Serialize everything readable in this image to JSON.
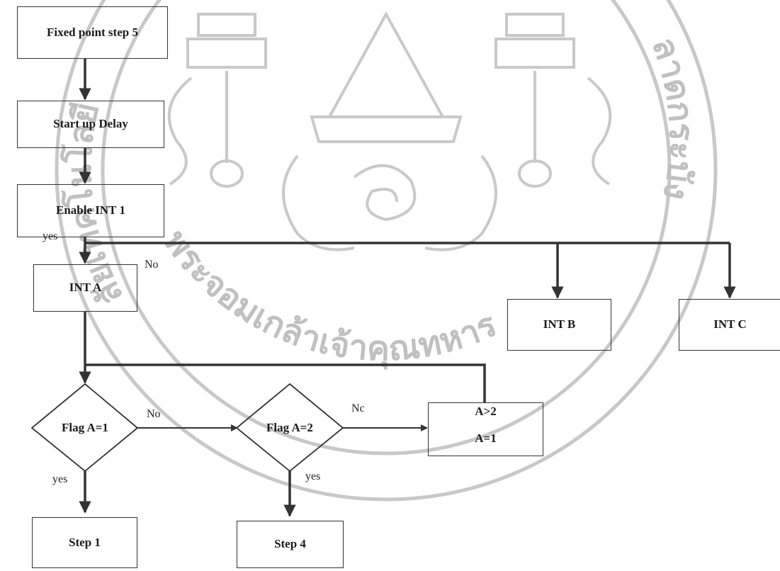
{
  "nodes": {
    "fixed_point": "Fixed  point step 5",
    "startup_delay": "Start  up  Delay",
    "enable_int1": "Enable   INT 1",
    "int_a": "INT A",
    "int_b": "INT B",
    "int_c": "INT C",
    "flag_a1": "Flag A=1",
    "flag_a2": "Flag A=2",
    "a_gt2": "A>2",
    "a_eq1": "A=1",
    "step1": "Step 1",
    "step4": "Step 4"
  },
  "edge_labels": {
    "yes_enable": "yes",
    "no_int_a": "No",
    "no_flag1": "No",
    "no_flag2": "Nc",
    "yes_flag1": "yes",
    "yes_flag2": "yes"
  },
  "watermark": {
    "seal_text_left": "ลัยเทคโนโลยี",
    "seal_text_bottom": "พระจอมเกล้าเจ้าคุณทหาร",
    "seal_text_right": "ลาดกระบัง"
  },
  "colors": {
    "line": "#333333",
    "watermark": "#c8c8c8"
  }
}
